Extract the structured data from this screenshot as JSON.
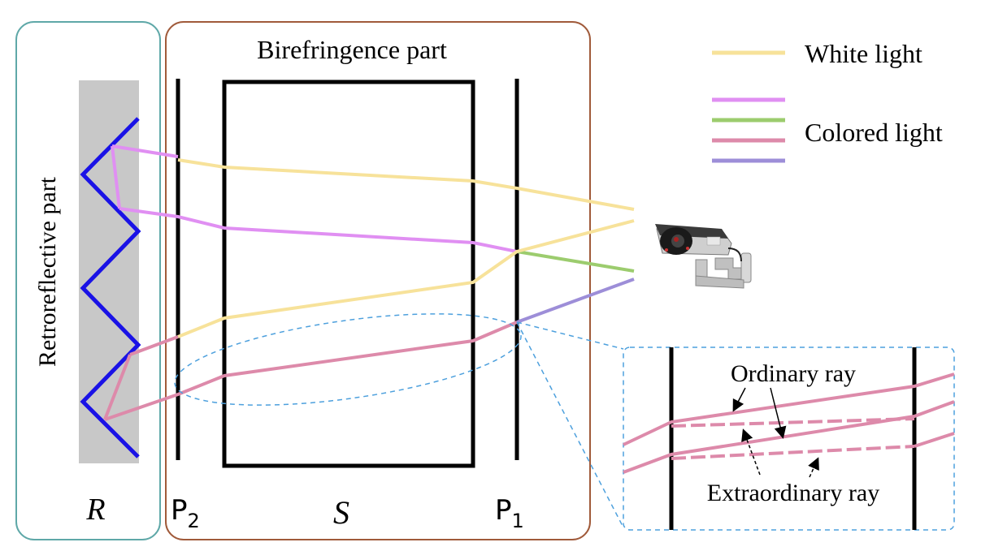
{
  "colors": {
    "white_light": "#f7e29a",
    "violet": "#e08ff2",
    "green": "#9ccc6e",
    "pink": "#dd8aaa",
    "blue_violet": "#9d8ed8",
    "retro_box": "#5fa8a8",
    "biref_box": "#a05a3a",
    "dashed": "#4da0dd",
    "reflector": "#1a12e6",
    "gray": "#c8c8c8"
  },
  "labels": {
    "retroreflective": "Retroreflective part",
    "birefringence": "Birefringence part",
    "R": "R",
    "S": "S",
    "P2": "P",
    "P2_sub": "2",
    "P1": "P",
    "P1_sub": "1",
    "ordinary": "Ordinary ray",
    "extraordinary": "Extraordinary ray"
  },
  "legend": {
    "white": "White light",
    "colored": "Colored light"
  },
  "icons": {
    "camera": "security-camera-icon"
  }
}
